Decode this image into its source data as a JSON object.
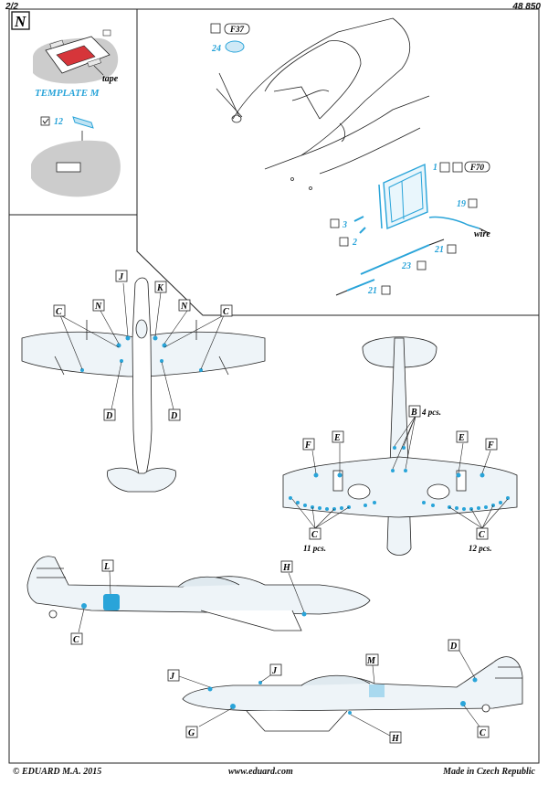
{
  "header": {
    "page": "2/2",
    "code": "48 850"
  },
  "footer": {
    "copyright": "© EDUARD  M.A. 2015",
    "website": "www.eduard.com",
    "origin": "Made in Czech Republic"
  },
  "section_label": "N",
  "template": {
    "name": "TEMPLATE  M",
    "tape": "tape",
    "part": "12"
  },
  "cockpit": {
    "f37": "F37",
    "part24": "24",
    "part1": "1",
    "f70": "F70",
    "part3": "3",
    "part2": "2",
    "part19": "19",
    "wire": "wire",
    "part21a": "21",
    "part23": "23",
    "part21b": "21"
  },
  "top_view": {
    "J": "J",
    "K": "K",
    "N1": "N",
    "N2": "N",
    "C1": "C",
    "C2": "C",
    "D1": "D",
    "D2": "D"
  },
  "bottom_view": {
    "B": "B",
    "B_count": "4 pcs.",
    "F1": "F",
    "F2": "F",
    "E1": "E",
    "E2": "E",
    "C_left": "C",
    "C_left_count": "11 pcs.",
    "C_right": "C",
    "C_right_count": "12 pcs."
  },
  "side_left": {
    "L": "L",
    "H": "H",
    "C": "C"
  },
  "side_right": {
    "J1": "J",
    "J2": "J",
    "M": "M",
    "D": "D",
    "G": "G",
    "H": "H",
    "C": "C"
  },
  "colors": {
    "blue": "#29a4d9",
    "grey": "#c8c8c8",
    "line": "#222222"
  }
}
